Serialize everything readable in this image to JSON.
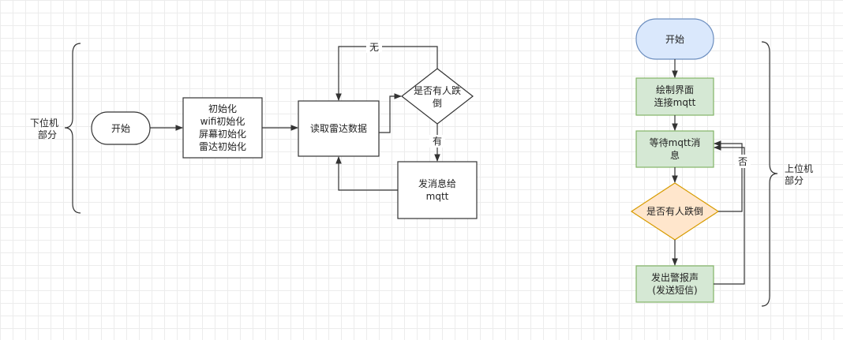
{
  "lower": {
    "label": [
      "下位机",
      "部分"
    ],
    "start": "开始",
    "init": [
      "初始化",
      "wifi初始化",
      "屏幕初始化",
      "雷达初始化"
    ],
    "read": "读取雷达数据",
    "decision": [
      "是否有人跌",
      "倒"
    ],
    "send": [
      "发消息给",
      "mqtt"
    ],
    "edge_no": "无",
    "edge_yes": "有"
  },
  "upper": {
    "label": [
      "上位机",
      "部分"
    ],
    "start": "开始",
    "draw": [
      "绘制界面",
      "连接mqtt"
    ],
    "wait": [
      "等待mqtt消",
      "息"
    ],
    "decision": "是否有人跌倒",
    "alarm": [
      "发出警报声",
      "(发送短信)"
    ],
    "edge_no": "否"
  },
  "colors": {
    "blue_fill": "#dae8fc",
    "blue_stroke": "#6c8ebf",
    "green_fill": "#d5e8d4",
    "green_stroke": "#82b366",
    "orange_fill": "#ffe6cc",
    "orange_stroke": "#d79b00"
  }
}
